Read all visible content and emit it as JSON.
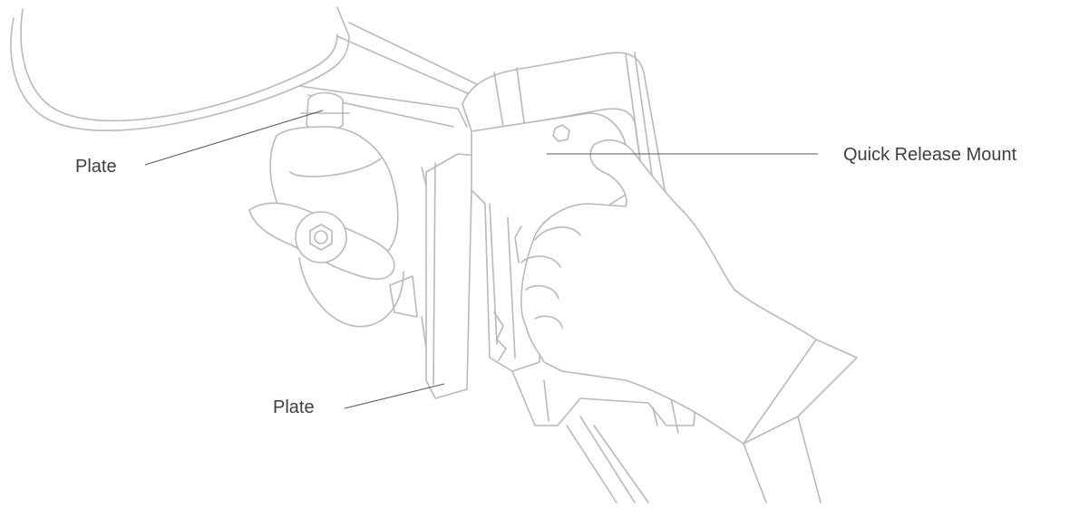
{
  "callouts": {
    "plate_top": "Plate",
    "plate_bottom": "Plate",
    "quick_release_mount": "Quick Release Mount"
  },
  "colors": {
    "line_art": "#b9b9b9",
    "leader_line": "#5a5a5a",
    "label_text": "#3a3f45",
    "background": "#ffffff"
  }
}
